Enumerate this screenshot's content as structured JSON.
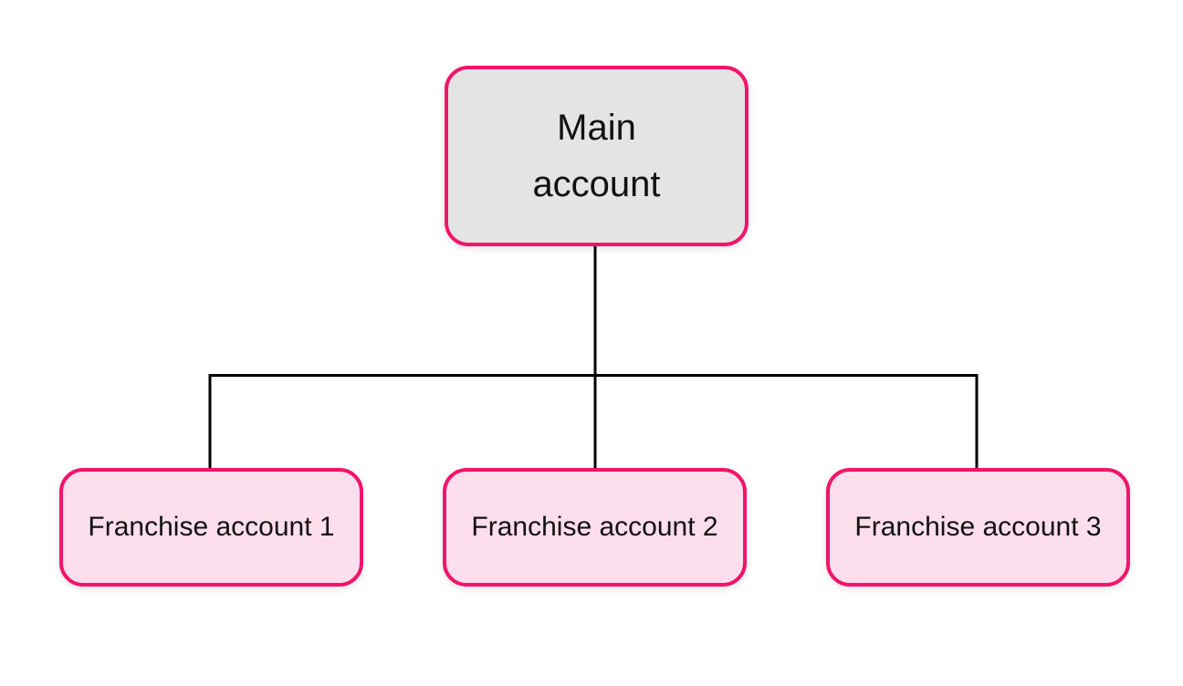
{
  "diagram": {
    "type": "org-chart",
    "nodes": {
      "root": {
        "label": "Main account"
      },
      "children": [
        {
          "label": "Franchise account 1"
        },
        {
          "label": "Franchise account 2"
        },
        {
          "label": "Franchise account 3"
        }
      ]
    },
    "colors": {
      "background": "#FFFFFF",
      "node_border": "#F1156B",
      "root_fill": "#E4E4E4",
      "child_fill": "#FCDEEC",
      "connector": "#000000",
      "label_text": "#111111"
    }
  }
}
